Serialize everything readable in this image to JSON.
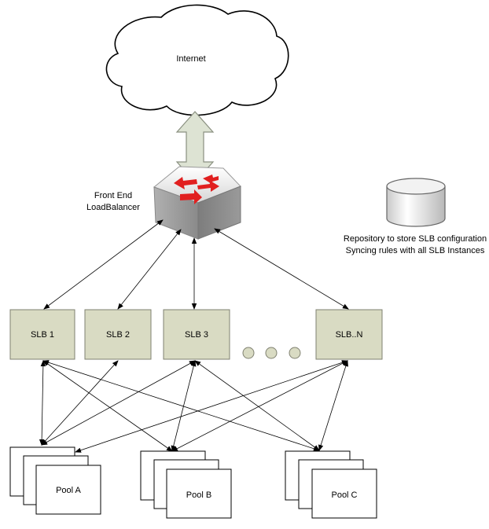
{
  "cloud": {
    "label": "Internet"
  },
  "front_end": {
    "line1": "Front End",
    "line2": "LoadBalancer"
  },
  "repository": {
    "line1": "Repository to store SLB configuration",
    "line2": "Syncing rules with all SLB Instances"
  },
  "slbs": [
    "SLB 1",
    "SLB 2",
    "SLB 3",
    "SLB..N"
  ],
  "pools": [
    "Pool A",
    "Pool B",
    "Pool C"
  ],
  "colors": {
    "box_fill": "#d9dbc3",
    "box_stroke": "#7f8070",
    "ellipsis_fill": "#d9dbc3",
    "arrow_fill": "#dde3d3",
    "switch_arrows": "#e11f1f",
    "line": "#000000"
  }
}
